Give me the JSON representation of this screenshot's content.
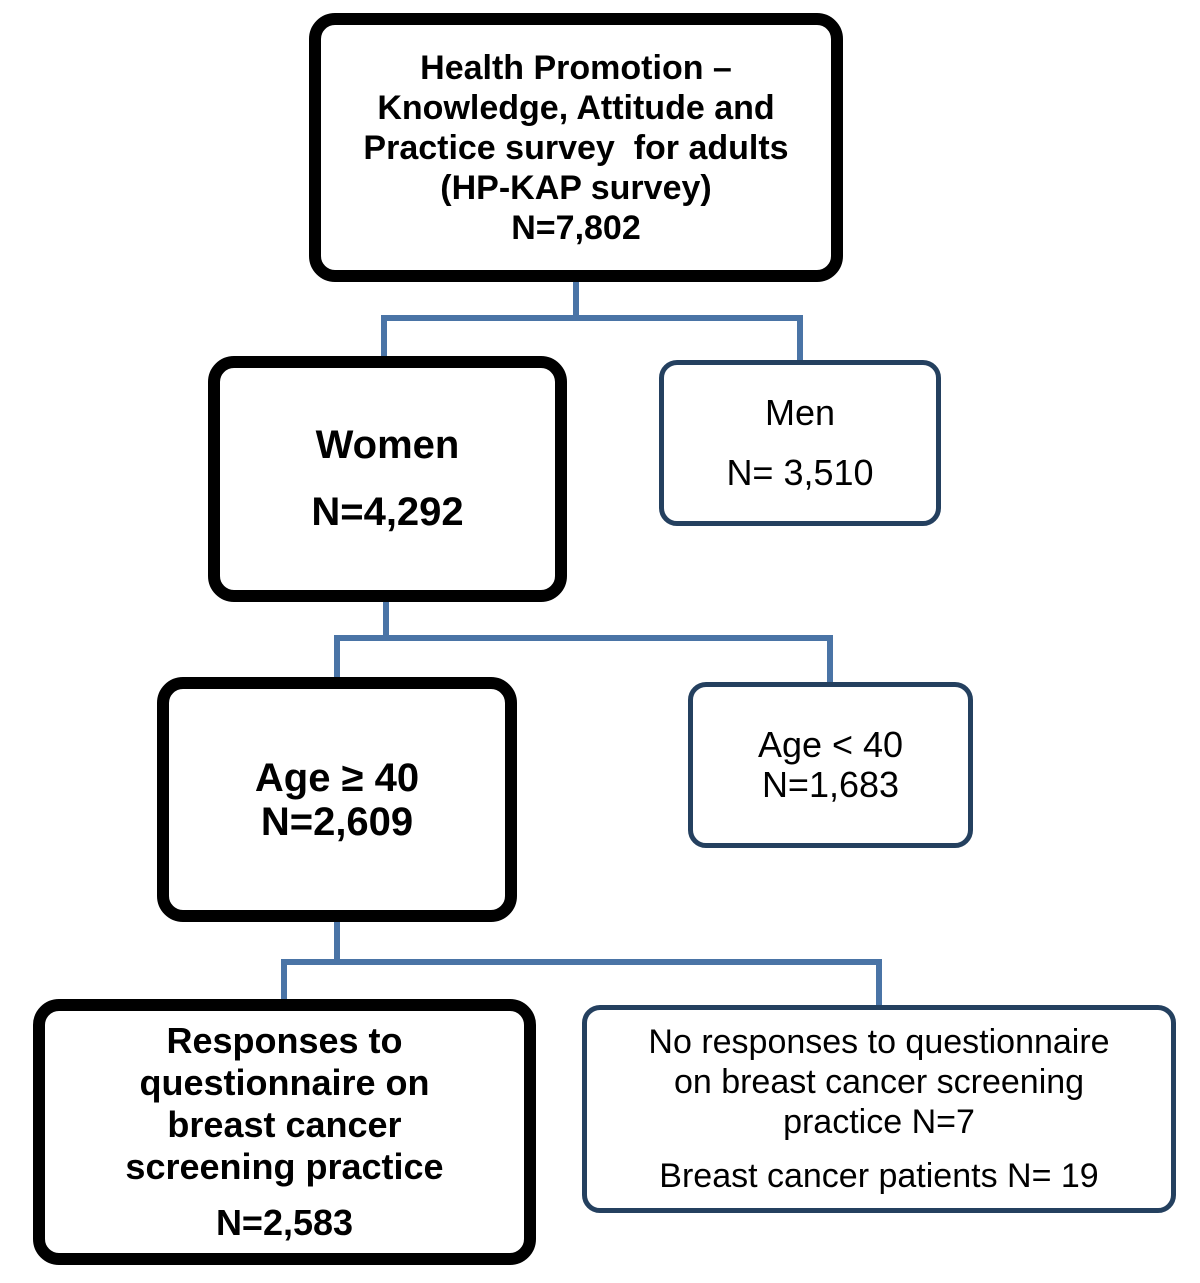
{
  "survey": {
    "title_lines": [
      "Health Promotion –",
      "Knowledge, Attitude and",
      "Practice survey  for adults",
      "(HP-KAP survey)"
    ],
    "count": "N=7,802"
  },
  "women": {
    "label": "Women",
    "count": "N=4,292"
  },
  "men": {
    "label": "Men",
    "count": "N= 3,510"
  },
  "age_40_plus": {
    "label": "Age ≥ 40",
    "count": "N=2,609"
  },
  "age_under_40": {
    "label": "Age < 40",
    "count": "N=1,683"
  },
  "responses": {
    "label_lines": [
      "Responses to",
      "questionnaire on",
      "breast cancer",
      "screening practice"
    ],
    "count": "N=2,583"
  },
  "no_responses": {
    "label_lines": [
      "No responses to questionnaire",
      "on breast cancer screening",
      "practice N=7"
    ],
    "patients": "Breast cancer patients N= 19"
  },
  "colors": {
    "connector": "#4a74a6",
    "primary_border": "#000000",
    "secondary_border": "#24405f"
  }
}
